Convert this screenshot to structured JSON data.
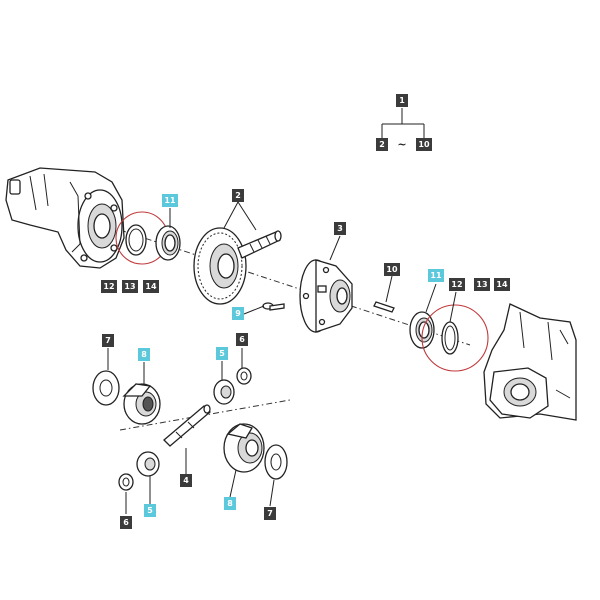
{
  "colors": {
    "label_dark": "#3b3b3b",
    "label_cyan": "#5bc8dc",
    "callout": "#c0393b"
  },
  "range_tilde": "~",
  "labels": {
    "group_1": "1",
    "group_2": "2",
    "group_10": "10",
    "gear_2": "2",
    "housing_3": "3",
    "pin_10": "10",
    "seal_11_left": "11",
    "seal_11_right": "11",
    "left_12": "12",
    "left_13": "13",
    "left_14": "14",
    "right_12": "12",
    "right_13": "13",
    "right_14": "14",
    "bolt_9": "9",
    "shaft_4": "4",
    "washer_7_top": "7",
    "gear_8_top": "8",
    "pinion_5_top": "5",
    "washer_6_top": "6",
    "washer_6_bottom": "6",
    "pinion_5_bottom": "5",
    "gear_8_bottom": "8",
    "washer_7_bottom": "7"
  }
}
